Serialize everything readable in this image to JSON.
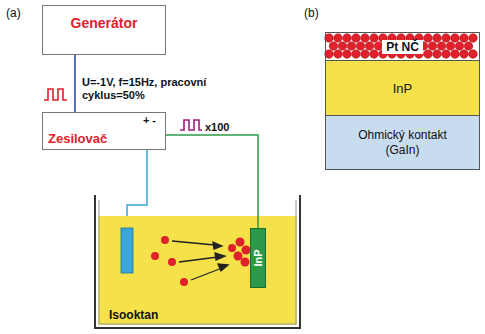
{
  "diagram": {
    "nodes": [
      {
        "text": [
          "Generátor"
        ]
      },
      {
        "text": [
          "Zesilovač",
          "+-"
        ]
      },
      {
        "text": [
          "Isooktan"
        ]
      },
      {
        "text": [
          "InP"
        ],
        "in": 2
      },
      {
        "text": [
          "Pt NČ"
        ]
      },
      {
        "text": [
          "InP"
        ]
      },
      {
        "text": [
          "Ohmický kontakt (GaIn)"
        ]
      }
    ],
    "edges": [
      {
        "from": 0,
        "to": 1,
        "arrow": "none",
        "label": "U=-1V, f=15Hz, pracovní cyklus=50%"
      },
      {
        "from": 1,
        "to": 3,
        "arrow": "none"
      }
    ],
    "labels": [
      "(a)",
      "(b)",
      "x100"
    ]
  }
}
